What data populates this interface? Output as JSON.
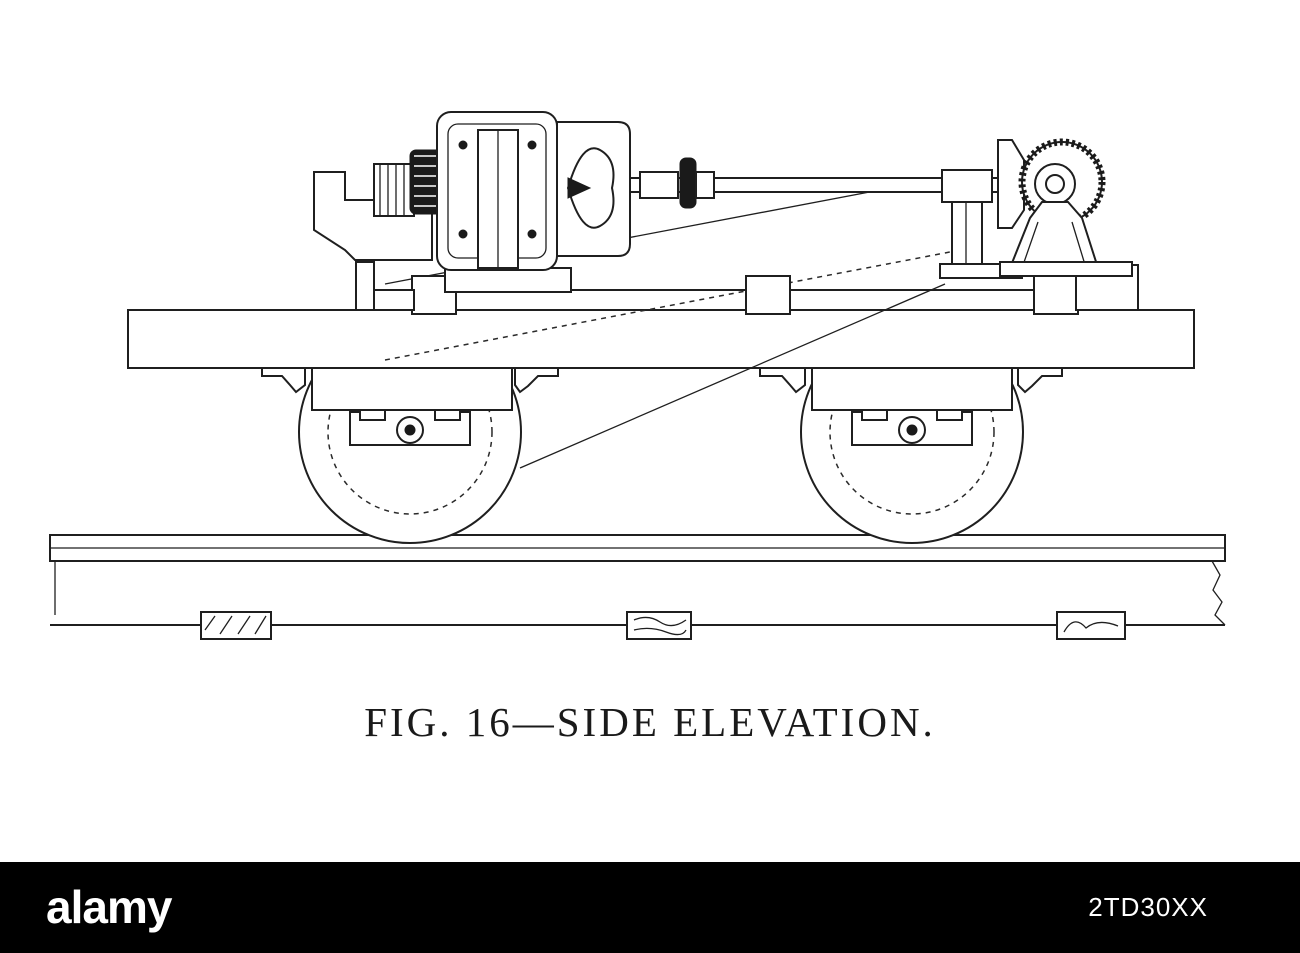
{
  "caption": "FIG. 16—SIDE ELEVATION.",
  "watermark": {
    "logo": "alamy",
    "image_id": "2TD30XX"
  },
  "colors": {
    "ink": "#1f1f1f",
    "paper": "#ffffff",
    "banner": "#000000"
  }
}
